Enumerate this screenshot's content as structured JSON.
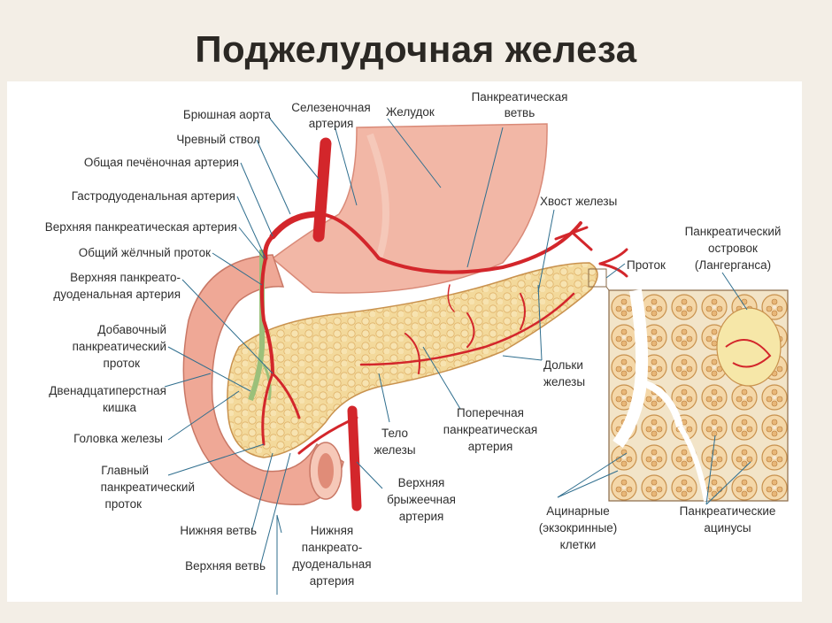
{
  "title": "Поджелудочная железа",
  "labels": {
    "bryushnaya_aorta": "Брюшная аорта",
    "chrevny_stvol": "Чревный ствол",
    "obshchaya_pechenochnaya": "Общая печёночная артерия",
    "gastroduodenalnaya": "Гастродуоденальная артерия",
    "verkhnyaya_pankreaticheskaya": "Верхняя панкреатическая артерия",
    "obshchiy_zhelchny": "Общий жёлчный проток",
    "vpda_1": "Верхняя панкреато-",
    "vpda_2": "дуоденальная артерия",
    "dobavochny_1": "Добавочный",
    "dobavochny_2": "панкреатический",
    "dobavochny_3": "проток",
    "dvenadtsati_1": "Двенадцатиперстная",
    "dvenadtsati_2": "кишка",
    "golovka": "Головка железы",
    "glavny_1": "Главный",
    "glavny_2": "панкреатический",
    "glavny_3": "проток",
    "nizhnyaya_vetv": "Нижняя ветвь",
    "verkhnyaya_vetv": "Верхняя ветвь",
    "npda_1": "Нижняя",
    "npda_2": "панкреато-",
    "npda_3": "дуоденальная",
    "npda_4": "артерия",
    "selezenochnaya_1": "Селезеночная",
    "selezenochnaya_2": "артерия",
    "zheludok": "Желудок",
    "pankr_vetv_1": "Панкреатическая",
    "pankr_vetv_2": "ветвь",
    "khvost": "Хвост железы",
    "protok": "Проток",
    "ostrovok_1": "Панкреатический",
    "ostrovok_2": "островок",
    "ostrovok_3": "(Лангерганса)",
    "dolki_1": "Дольки",
    "dolki_2": "железы",
    "poperechnaya_1": "Поперечная",
    "poperechnaya_2": "панкреатическая",
    "poperechnaya_3": "артерия",
    "telo_1": "Тело",
    "telo_2": "железы",
    "vba_1": "Верхняя",
    "vba_2": "брыжеечная",
    "vba_3": "артерия",
    "acinar_1": "Ацинарные",
    "acinar_2": "(экзокринные)",
    "acinar_3": "клетки",
    "acinusy_1": "Панкреатические",
    "acinusy_2": "ацинусы"
  },
  "colors": {
    "background": "#f3eee6",
    "artery": "#d3262b",
    "stomach": "#f2b7a6",
    "pancreas": "#f3d99b",
    "duodenum": "#efa896",
    "duct": "#9bc07a",
    "leader": "#2f6e8e"
  }
}
